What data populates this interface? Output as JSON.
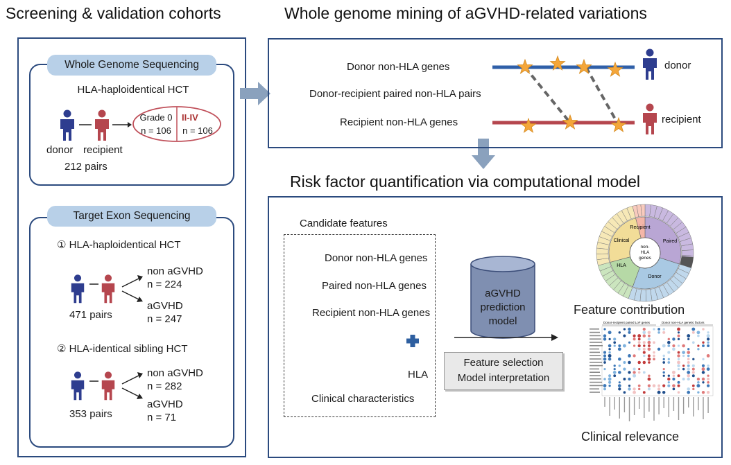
{
  "titles": {
    "left": "Screening & validation cohorts",
    "top_right": "Whole genome mining of aGVHD-related variations",
    "bottom_right": "Risk factor quantification via computational model"
  },
  "wgs": {
    "header": "Whole Genome Sequencing",
    "subtitle": "HLA-haploidentical HCT",
    "donor": "donor",
    "recipient": "recipient",
    "pairs": "212 pairs",
    "grade0": "Grade 0",
    "grade0_n": "n = 106",
    "grade2": "II-IV",
    "grade2_n": "n = 106"
  },
  "tes": {
    "header": "Target Exon Sequencing",
    "cohort1": {
      "label": "① HLA-haploidentical HCT",
      "pairs": "471 pairs",
      "non_label": "non aGVHD",
      "non_n": "n = 224",
      "agvhd_label": "aGVHD",
      "agvhd_n": "n = 247"
    },
    "cohort2": {
      "label": "② HLA-identical sibling HCT",
      "pairs": "353 pairs",
      "non_label": "non aGVHD",
      "non_n": "n = 282",
      "agvhd_label": "aGVHD",
      "agvhd_n": "n = 71"
    }
  },
  "mining": {
    "donor_genes": "Donor non-HLA genes",
    "paired": "Donor-recipient paired non-HLA pairs",
    "recipient_genes": "Recipient non-HLA genes",
    "donor": "donor",
    "recipient": "recipient"
  },
  "model": {
    "candidate_title": "Candidate features",
    "features": [
      "Donor non-HLA genes",
      "Paired non-HLA genes",
      "Recipient non-HLA genes",
      "HLA",
      "Clinical characteristics"
    ],
    "cylinder": [
      "aGVHD",
      "prediction",
      "model"
    ],
    "selection": [
      "Feature selection",
      "Model interpretation"
    ],
    "feature_contribution": "Feature contribution",
    "clinical_relevance": "Clinical relevance",
    "sunburst_labels": {
      "center": [
        "non-",
        "HLA",
        "genes"
      ],
      "paired": "Paired",
      "donor": "Donor",
      "hla": "HLA",
      "clinical": "Clinical",
      "recipient": "Recipient"
    },
    "chart_headers": {
      "left": "Donor-recipient paired LoF genes",
      "right": "Donor non-HLA genetic factors"
    }
  },
  "colors": {
    "frame": "#2b4a7e",
    "donor_blue": "#2e3d8f",
    "recipient_red": "#b5464e",
    "star": "#f4a63a",
    "arrow": "#8aa1bd",
    "plus": "#2e5fa0"
  }
}
